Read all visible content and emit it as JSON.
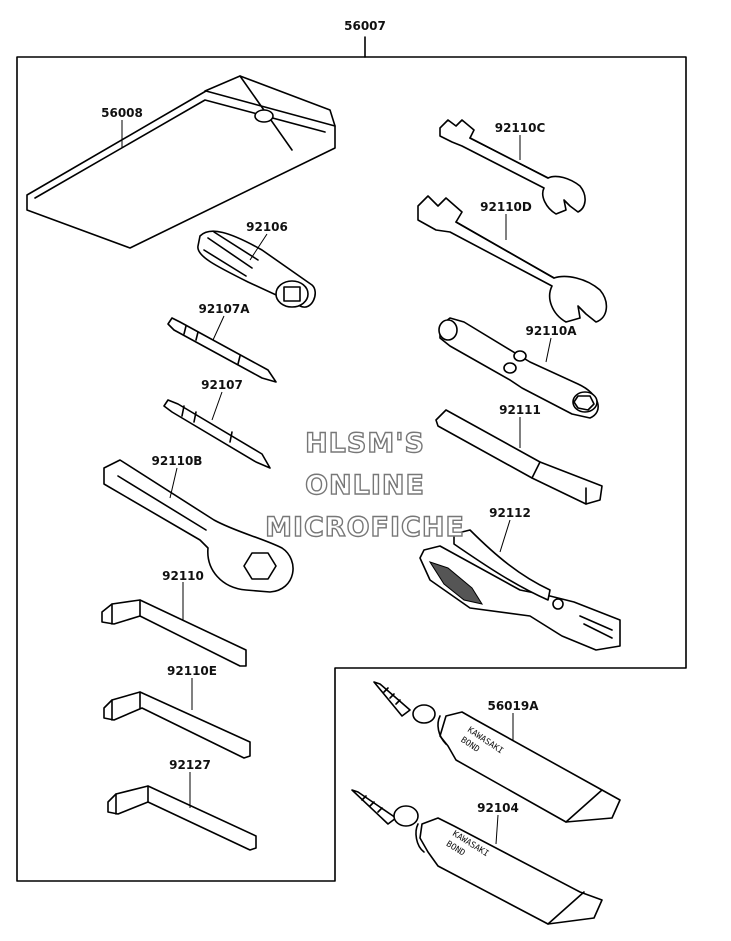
{
  "assembly": {
    "number": "56007"
  },
  "parts": {
    "p56008": "56008",
    "p92106": "92106",
    "p92107A": "92107A",
    "p92107": "92107",
    "p92110B": "92110B",
    "p92110": "92110",
    "p92110E": "92110E",
    "p92127": "92127",
    "p92110C": "92110C",
    "p92110D": "92110D",
    "p92110A": "92110A",
    "p92111": "92111",
    "p92112": "92112",
    "p56019A": "56019A",
    "p92104": "92104"
  },
  "tube_label": {
    "brand": "KAWASAKI",
    "product": "BOND"
  },
  "watermark": {
    "line1": "HLSM'S",
    "line2": "ONLINE",
    "line3": "MICROFICHE"
  }
}
